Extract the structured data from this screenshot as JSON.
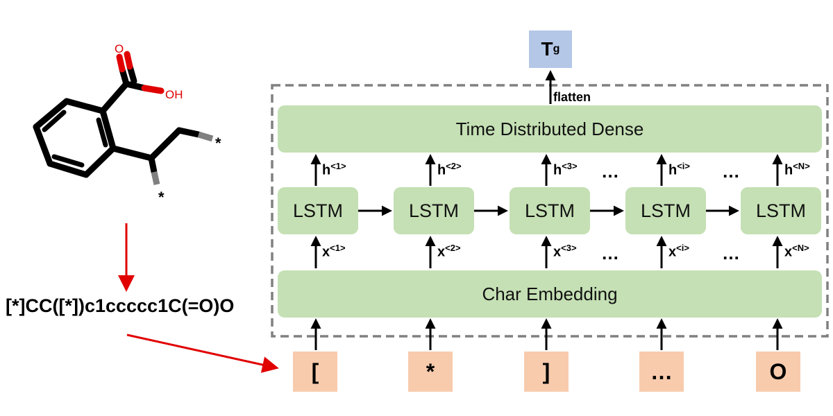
{
  "molecule": {
    "atom_O_top": "O",
    "atom_OH": "OH",
    "star_right": "*",
    "star_bottom": "*",
    "atom_color": "#e00000",
    "bond_color": "#000000",
    "attach_bond_color": "#808080"
  },
  "smiles": "[*]CC([*])c1ccccc1C(=O)O",
  "flow_arrow_color": "#e00000",
  "output": {
    "symbol": "T",
    "subscript": "g",
    "color": "#b4c7e7"
  },
  "flatten_label": "flatten",
  "dense_label": "Time Distributed Dense",
  "embedding_label": "Char Embedding",
  "lstm_label": "LSTM",
  "layer_color": "#c5e0b4",
  "hidden_states": [
    "<1>",
    "<2>",
    "<3>",
    "<i>",
    "<N>"
  ],
  "inputs": [
    "<1>",
    "<2>",
    "<3>",
    "<i>",
    "<N>"
  ],
  "h_symbol": "h",
  "x_symbol": "x",
  "ellipsis": "…",
  "tokens": [
    "[",
    "*",
    "]",
    "…",
    "O"
  ],
  "token_color": "#f8cbad",
  "frame_color": "#808080"
}
